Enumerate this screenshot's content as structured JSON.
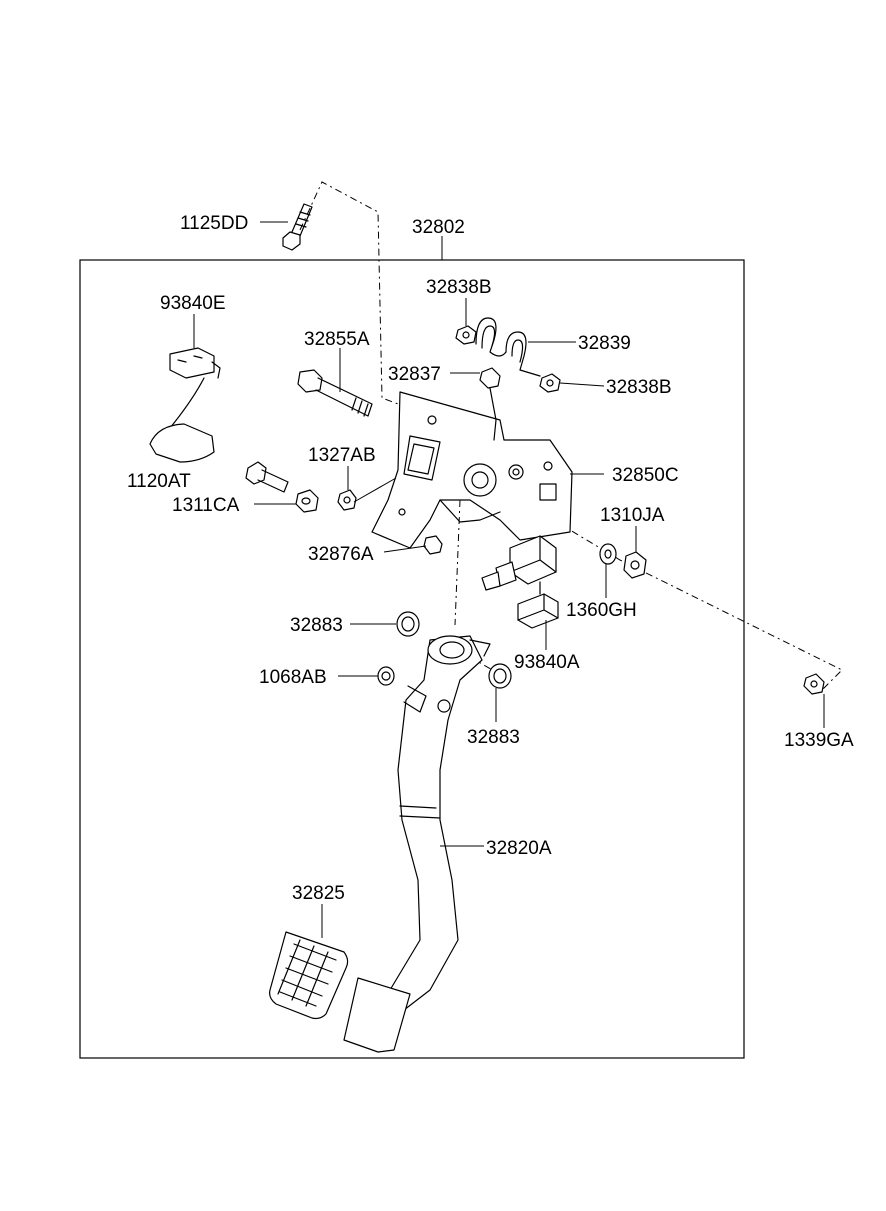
{
  "parts": {
    "p1125DD": "1125DD",
    "p32802": "32802",
    "p93840E": "93840E",
    "p32838B_top": "32838B",
    "p32855A": "32855A",
    "p32839": "32839",
    "p32837": "32837",
    "p32838B_right": "32838B",
    "p1327AB": "1327AB",
    "p1120AT": "1120AT",
    "p32850C": "32850C",
    "p1311CA": "1311CA",
    "p1310JA": "1310JA",
    "p32876A": "32876A",
    "p1360GH": "1360GH",
    "p32883_left": "32883",
    "p93840A": "93840A",
    "p1068AB": "1068AB",
    "p32883_right": "32883",
    "p1339GA": "1339GA",
    "p32820A": "32820A",
    "p32825": "32825"
  }
}
